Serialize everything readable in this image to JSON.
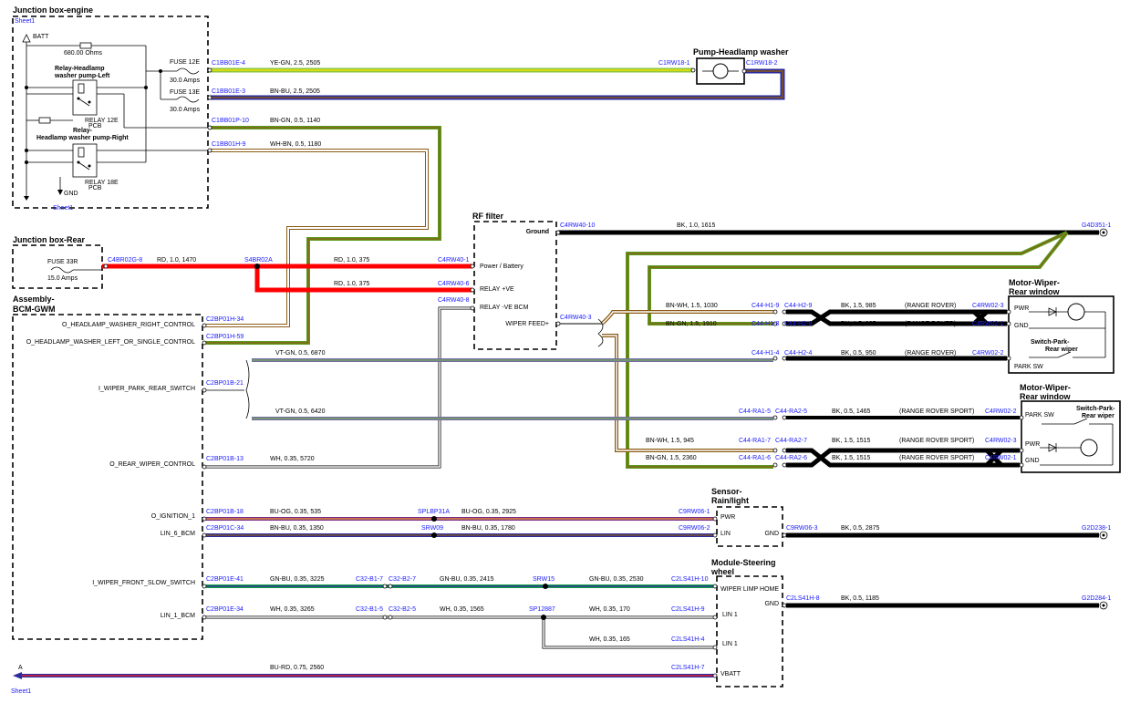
{
  "components": {
    "jb_engine": {
      "title": "Junction box-engine",
      "sheet_top": "Sheet1",
      "sheet_bottom": "Sheet1",
      "batt": "BATT",
      "gnd": "GND",
      "resistor": "680.00 Ohms",
      "relay_left": "Relay-Headlamp washer pump-Left",
      "relay_right": "Relay-Headlamp washer pump-Right",
      "relay_12e": "RELAY 12E",
      "relay_18e": "RELAY 18E",
      "pcb": "PCB",
      "fuse12": "FUSE 12E",
      "fuse13": "FUSE 13E",
      "amps12": "30.0 Amps",
      "amps13": "30.0 Amps"
    },
    "jb_rear": {
      "title": "Junction box-Rear",
      "fuse": "FUSE 33R",
      "amps": "15.0 Amps"
    },
    "bcm": {
      "title": "Assembly-BCM-GWM",
      "pins": [
        "O_HEADLAMP_WASHER_RIGHT_CONTROL",
        "O_HEADLAMP_WASHER_LEFT_OR_SINGLE_CONTROL",
        "I_WIPER_PARK_REAR_SWITCH",
        "O_REAR_WIPER_CONTROL",
        "O_IGNITION_1",
        "LIN_6_BCM",
        "I_WIPER_FRONT_SLOW_SWITCH",
        "LIN_1_BCM"
      ]
    },
    "rf_filter": {
      "title": "RF filter",
      "pins": [
        "Ground",
        "Power / Battery",
        "RELAY +VE",
        "RELAY -VE BCM",
        "WIPER FEED+"
      ]
    },
    "pump": {
      "title": "Pump-Headlamp washer"
    },
    "motor_rr": {
      "title": "Motor-Wiper-Rear window",
      "pwr": "PWR",
      "gnd": "GND",
      "park": "PARK SW",
      "switch": "Switch-Park-Rear wiper"
    },
    "motor_rs": {
      "title": "Motor-Wiper-Rear window",
      "pwr": "PWR",
      "gnd": "GND",
      "park": "PARK SW",
      "switch": "Switch-Park-Rear wiper"
    },
    "sensor": {
      "title": "Sensor-Rain/light",
      "pins": [
        "PWR",
        "LIN",
        "GND"
      ]
    },
    "steering": {
      "title": "Module-Steering wheel",
      "pins": [
        "WIPER LIMP HOME",
        "GND",
        "LIN 1",
        "LIN 1",
        "VBATT"
      ]
    },
    "bottom_sheet": {
      "letter": "A",
      "sheet": "Sheet1"
    }
  },
  "wires": [
    {
      "id": "yegn",
      "label": "YE-GN, 2.5, 2505",
      "c1": "C1BB01E-4",
      "c2": "C1RW18-1",
      "color": "#8dc63f",
      "stripe": "#f5e000"
    },
    {
      "id": "bnbu",
      "label": "BN-BU, 2.5, 2505",
      "c1": "C1BB01E-3",
      "c2": "C1RW18-2",
      "color": "#2b2b9e",
      "stripe": "#8b5a14"
    },
    {
      "id": "bngn1",
      "label": "BN-GN, 0.5, 1140",
      "c1": "C1BB01P-10",
      "color": "#5b9a1e",
      "stripe": "#8b5a14"
    },
    {
      "id": "whbn",
      "label": "WH-BN, 0.5, 1180",
      "c1": "C1BB01H-9",
      "color": "#ffffff",
      "stripe": "#8b5a14"
    },
    {
      "id": "rd1",
      "label": "RD, 1.0, 1470",
      "c1": "C4BR02G-8",
      "c2": "S4BR02A",
      "color": "#ff0000"
    },
    {
      "id": "rd2",
      "label": "RD, 1.0, 375",
      "c2": "C4RW40-1",
      "color": "#ff0000"
    },
    {
      "id": "rd3",
      "label": "RD, 1.0, 375",
      "c2": "C4RW40-6",
      "color": "#ff0000"
    },
    {
      "id": "rf8",
      "c2": "C4RW40-8"
    },
    {
      "id": "bk1",
      "label": "BK, 1.0, 1615",
      "c1": "C4RW40-10",
      "c2": "G4D351-1",
      "color": "#000000"
    },
    {
      "id": "rf3",
      "c1": "C4RW40-3"
    },
    {
      "id": "bnwh1",
      "label": "BN-WH, 1.5, 1030",
      "c1": "C44-H1-9",
      "c2": "C44-H2-9",
      "color": "#8b5a14"
    },
    {
      "id": "bngn2",
      "label": "BN-GN, 1.5, 1910",
      "c1": "C44-H1-8",
      "c2": "C44-H2-8",
      "color": "#5b9a1e"
    },
    {
      "id": "bk985a",
      "label": "BK, 1.5, 985",
      "note": "(RANGE ROVER)",
      "c2": "C4RW02-3"
    },
    {
      "id": "bk985b",
      "label": "BK, 1.5, 985",
      "note": "(RANGE ROVER)",
      "c2": "C4RW02-1"
    },
    {
      "id": "vtgn1",
      "label": "VT-GN, 0.5, 6870",
      "c1": "C44-H1-4",
      "c2": "C44-H2-4",
      "color": "#7a6aa8"
    },
    {
      "id": "bk950",
      "label": "BK, 0.5, 950",
      "note": "(RANGE ROVER)",
      "c2": "C4RW02-2"
    },
    {
      "id": "vtgn2",
      "label": "VT-GN, 0.5, 6420",
      "c1": "C44-RA1-5",
      "c2": "C44-RA2-5"
    },
    {
      "id": "bk1465",
      "label": "BK, 0.5, 1465",
      "note": "(RANGE ROVER SPORT)",
      "c2": "C4RW02-2"
    },
    {
      "id": "bnwh2",
      "label": "BN-WH, 1.5, 945",
      "c1": "C44-RA1-7",
      "c2": "C44-RA2-7"
    },
    {
      "id": "bngn3",
      "label": "BN-GN, 1.5, 2360",
      "c1": "C44-RA1-6",
      "c2": "C44-RA2-6"
    },
    {
      "id": "bk1515a",
      "label": "BK, 1.5, 1515",
      "note": "(RANGE ROVER SPORT)",
      "c2": "C4RW02-3"
    },
    {
      "id": "bk1515b",
      "label": "BK, 1.5, 1515",
      "note": "(RANGE ROVER SPORT)",
      "c2": "C4RW02-1"
    },
    {
      "id": "bcm_hr",
      "c1": "C2BP01H-34"
    },
    {
      "id": "bcm_hl",
      "c1": "C2BP01H-59"
    },
    {
      "id": "bcm_park",
      "c1": "C2BP01B-21"
    },
    {
      "id": "wh5720",
      "label": "WH, 0.35, 5720",
      "c1": "C2BP01B-13"
    },
    {
      "id": "buog1",
      "label": "BU-OG, 0.35, 535",
      "c1": "C2BP01B-18",
      "c2": "SPLBP31A"
    },
    {
      "id": "buog2",
      "label": "BU-OG, 0.35, 2925",
      "c2": "C9RW06-1"
    },
    {
      "id": "bnbu1",
      "label": "BN-BU, 0.35, 1350",
      "c1": "C2BP01C-34",
      "c2": "SRW09"
    },
    {
      "id": "bnbu2",
      "label": "BN-BU, 0.35, 1780",
      "c2": "C9RW06-2"
    },
    {
      "id": "bk2875",
      "label": "BK, 0.5, 2875",
      "c1": "C9RW06-3",
      "c2": "G2D238-1"
    },
    {
      "id": "gnbu1",
      "label": "GN-BU, 0.35, 3225",
      "c1": "C2BP01E-41",
      "c2": "C32-B1-7"
    },
    {
      "id": "gnbu2",
      "label": "GN-BU, 0.35, 2415",
      "c1": "C32-B2-7",
      "c2": "SRW15"
    },
    {
      "id": "gnbu3",
      "label": "GN-BU, 0.35, 2530",
      "c2": "C2LS41H-10"
    },
    {
      "id": "wh3265",
      "label": "WH, 0.35, 3265",
      "c1": "C2BP01E-34",
      "c2": "C32-B1-5"
    },
    {
      "id": "wh1565",
      "label": "WH, 0.35, 1565",
      "c1": "C32-B2-5",
      "c2": "SP12887"
    },
    {
      "id": "wh170",
      "label": "WH, 0.35, 170",
      "c2": "C2LS41H-9"
    },
    {
      "id": "wh165",
      "label": "WH, 0.35, 165",
      "c2": "C2LS41H-4"
    },
    {
      "id": "bk1185",
      "label": "BK, 0.5, 1185",
      "c1": "C2LS41H-8",
      "c2": "G2D284-1"
    },
    {
      "id": "burd",
      "label": "BU-RD, 0.75, 2560",
      "c2": "C2LS41H-7"
    }
  ]
}
